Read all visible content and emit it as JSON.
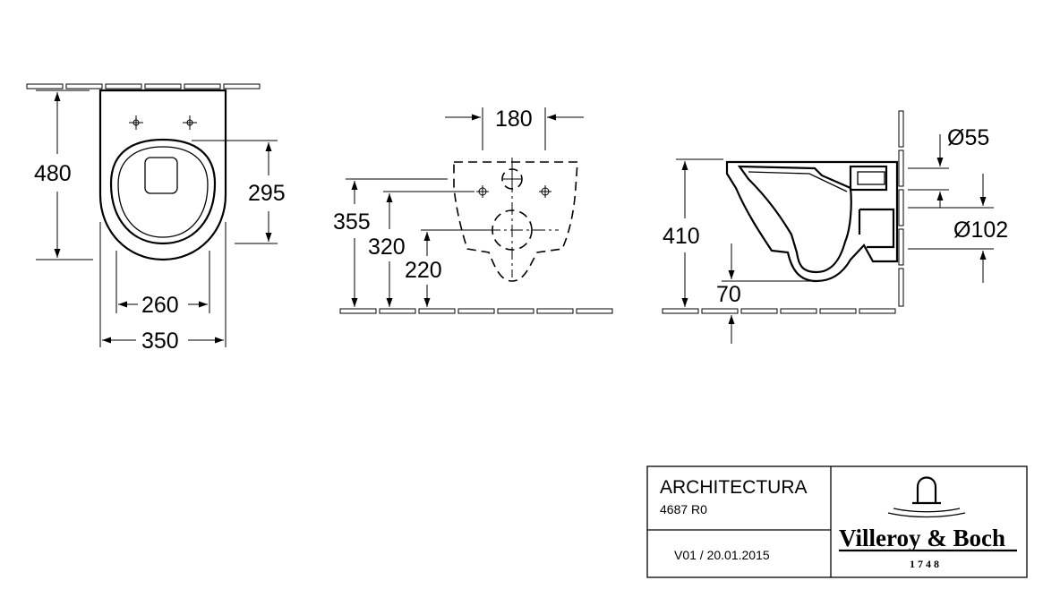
{
  "front_view": {
    "height_total": "480",
    "height_seat": "295",
    "width_inner": "260",
    "width_total": "350"
  },
  "wall_view": {
    "fixing_spacing": "180",
    "height_upper": "355",
    "height_mid": "320",
    "height_lower": "220"
  },
  "side_view": {
    "outlet_diameter_small": "Ø55",
    "outlet_diameter_large": "Ø102",
    "bowl_height": "410",
    "floor_offset": "70"
  },
  "title_block": {
    "series": "ARCHITECTURA",
    "code": "4687 R0",
    "version": "V01 / 20.01.2015",
    "brand_name": "Villeroy & Boch",
    "brand_year": "1748"
  }
}
